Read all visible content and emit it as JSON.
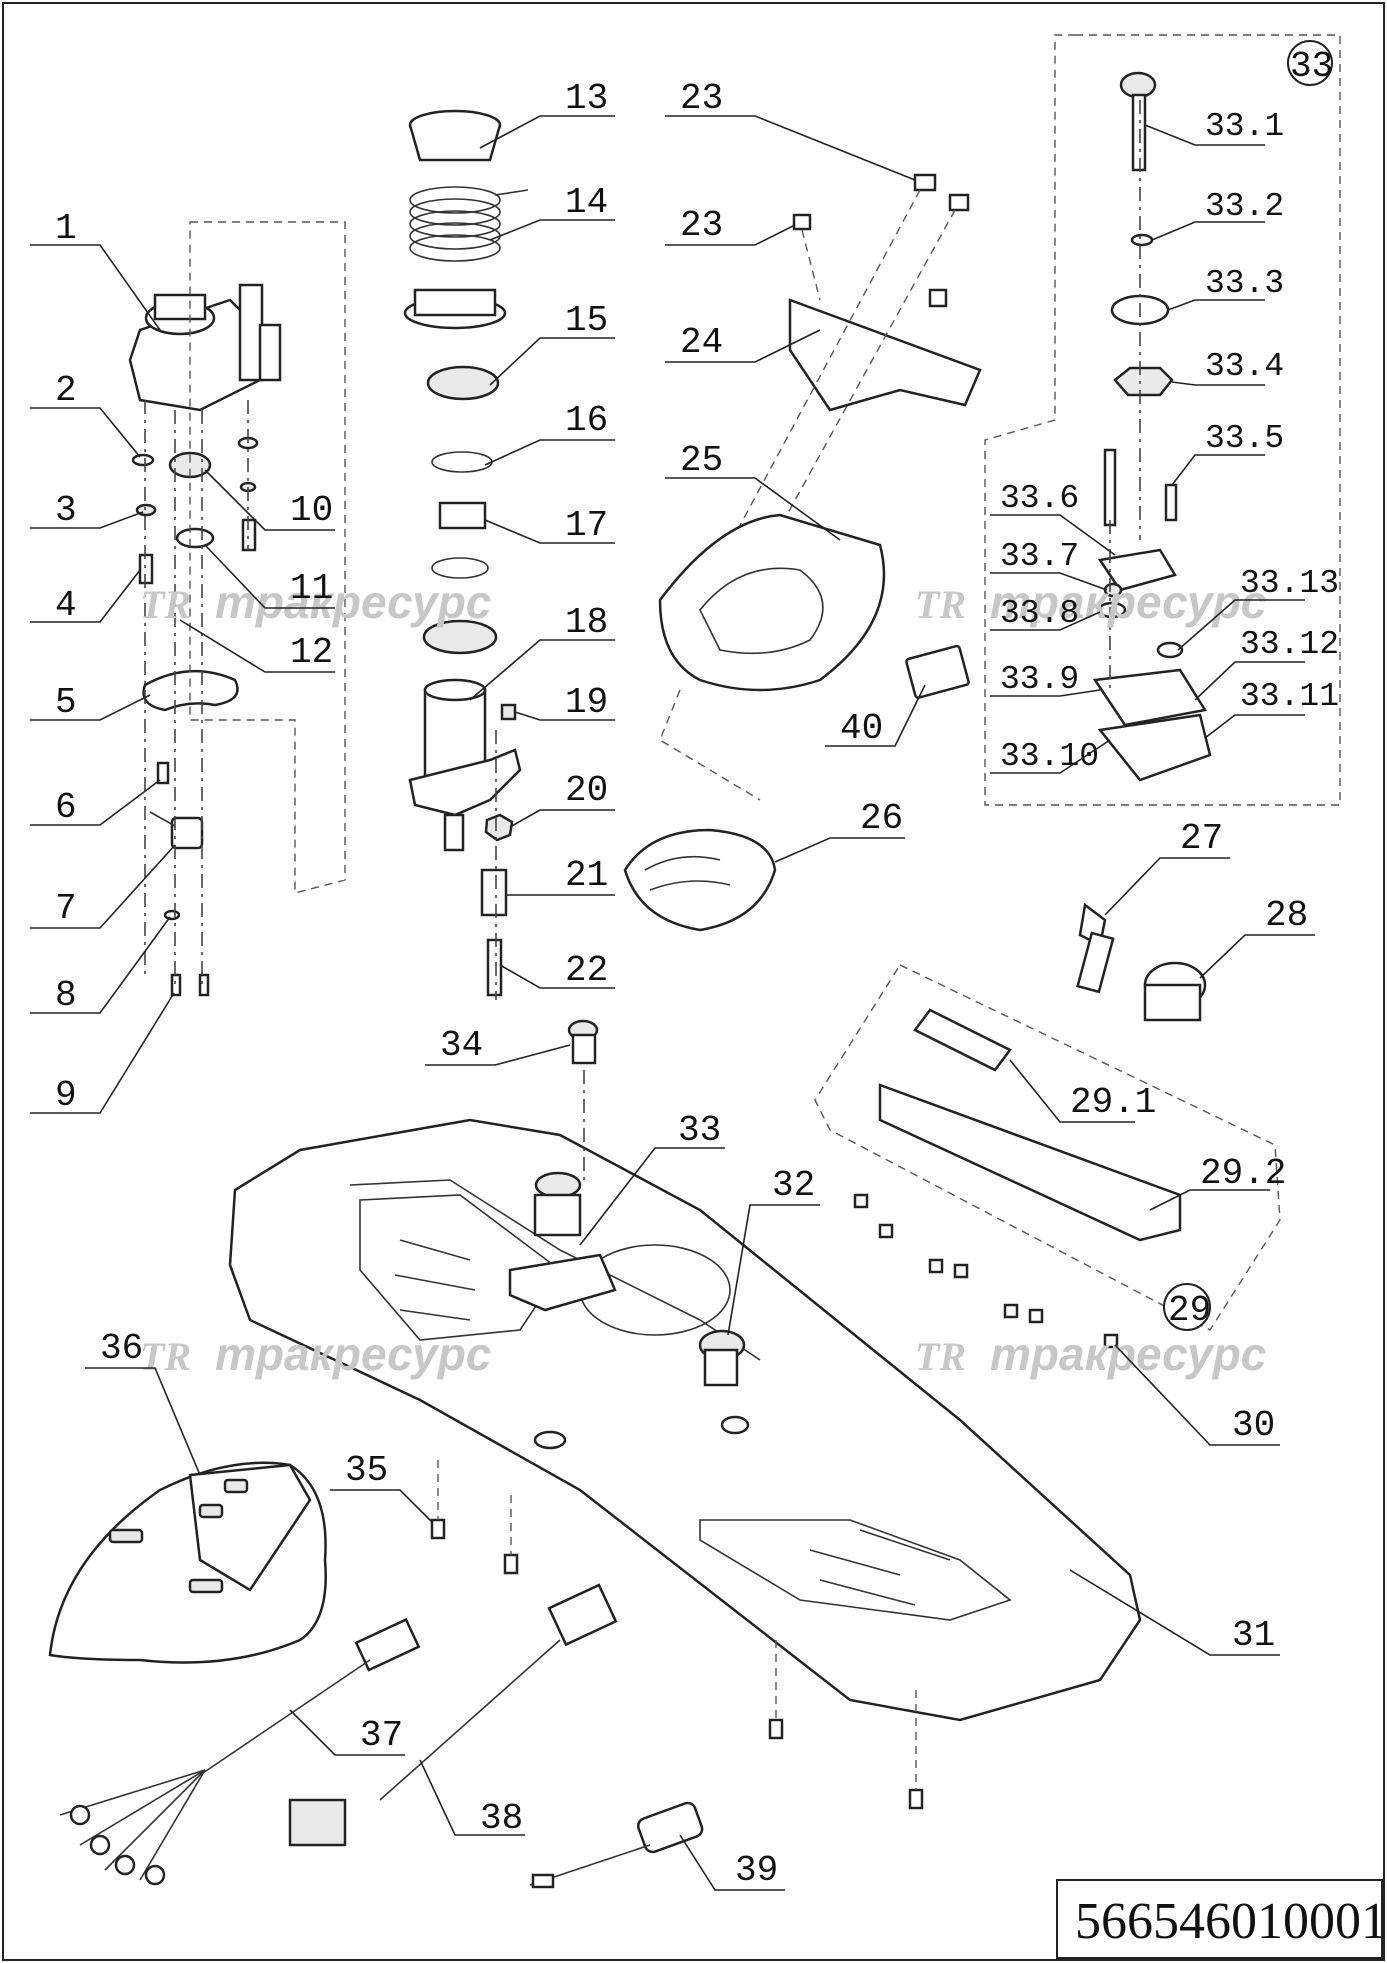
{
  "drawing_code": "566546010001",
  "watermark": {
    "logo": "TR",
    "text": "тракресурс"
  },
  "callouts": [
    {
      "id": "1",
      "label": "1"
    },
    {
      "id": "2",
      "label": "2"
    },
    {
      "id": "3",
      "label": "3"
    },
    {
      "id": "4",
      "label": "4"
    },
    {
      "id": "5",
      "label": "5"
    },
    {
      "id": "6",
      "label": "6"
    },
    {
      "id": "7",
      "label": "7"
    },
    {
      "id": "8",
      "label": "8"
    },
    {
      "id": "9",
      "label": "9"
    },
    {
      "id": "10",
      "label": "10"
    },
    {
      "id": "11",
      "label": "11"
    },
    {
      "id": "12",
      "label": "12"
    },
    {
      "id": "13",
      "label": "13"
    },
    {
      "id": "14",
      "label": "14"
    },
    {
      "id": "15",
      "label": "15"
    },
    {
      "id": "16",
      "label": "16"
    },
    {
      "id": "17",
      "label": "17"
    },
    {
      "id": "18",
      "label": "18"
    },
    {
      "id": "19",
      "label": "19"
    },
    {
      "id": "20",
      "label": "20"
    },
    {
      "id": "21",
      "label": "21"
    },
    {
      "id": "22",
      "label": "22"
    },
    {
      "id": "23a",
      "label": "23"
    },
    {
      "id": "23b",
      "label": "23"
    },
    {
      "id": "24",
      "label": "24"
    },
    {
      "id": "25",
      "label": "25"
    },
    {
      "id": "26",
      "label": "26"
    },
    {
      "id": "27",
      "label": "27"
    },
    {
      "id": "28",
      "label": "28"
    },
    {
      "id": "29.1",
      "label": "29.1"
    },
    {
      "id": "29.2",
      "label": "29.2"
    },
    {
      "id": "29",
      "label": "29"
    },
    {
      "id": "30",
      "label": "30"
    },
    {
      "id": "31",
      "label": "31"
    },
    {
      "id": "32",
      "label": "32"
    },
    {
      "id": "33",
      "label": "33"
    },
    {
      "id": "33c",
      "label": "33"
    },
    {
      "id": "33.1",
      "label": "33.1"
    },
    {
      "id": "33.2",
      "label": "33.2"
    },
    {
      "id": "33.3",
      "label": "33.3"
    },
    {
      "id": "33.4",
      "label": "33.4"
    },
    {
      "id": "33.5",
      "label": "33.5"
    },
    {
      "id": "33.6",
      "label": "33.6"
    },
    {
      "id": "33.7",
      "label": "33.7"
    },
    {
      "id": "33.8",
      "label": "33.8"
    },
    {
      "id": "33.9",
      "label": "33.9"
    },
    {
      "id": "33.10",
      "label": "33.10"
    },
    {
      "id": "33.11",
      "label": "33.11"
    },
    {
      "id": "33.12",
      "label": "33.12"
    },
    {
      "id": "33.13",
      "label": "33.13"
    },
    {
      "id": "34",
      "label": "34"
    },
    {
      "id": "35",
      "label": "35"
    },
    {
      "id": "36",
      "label": "36"
    },
    {
      "id": "37",
      "label": "37"
    },
    {
      "id": "38",
      "label": "38"
    },
    {
      "id": "39",
      "label": "39"
    },
    {
      "id": "40",
      "label": "40"
    }
  ]
}
